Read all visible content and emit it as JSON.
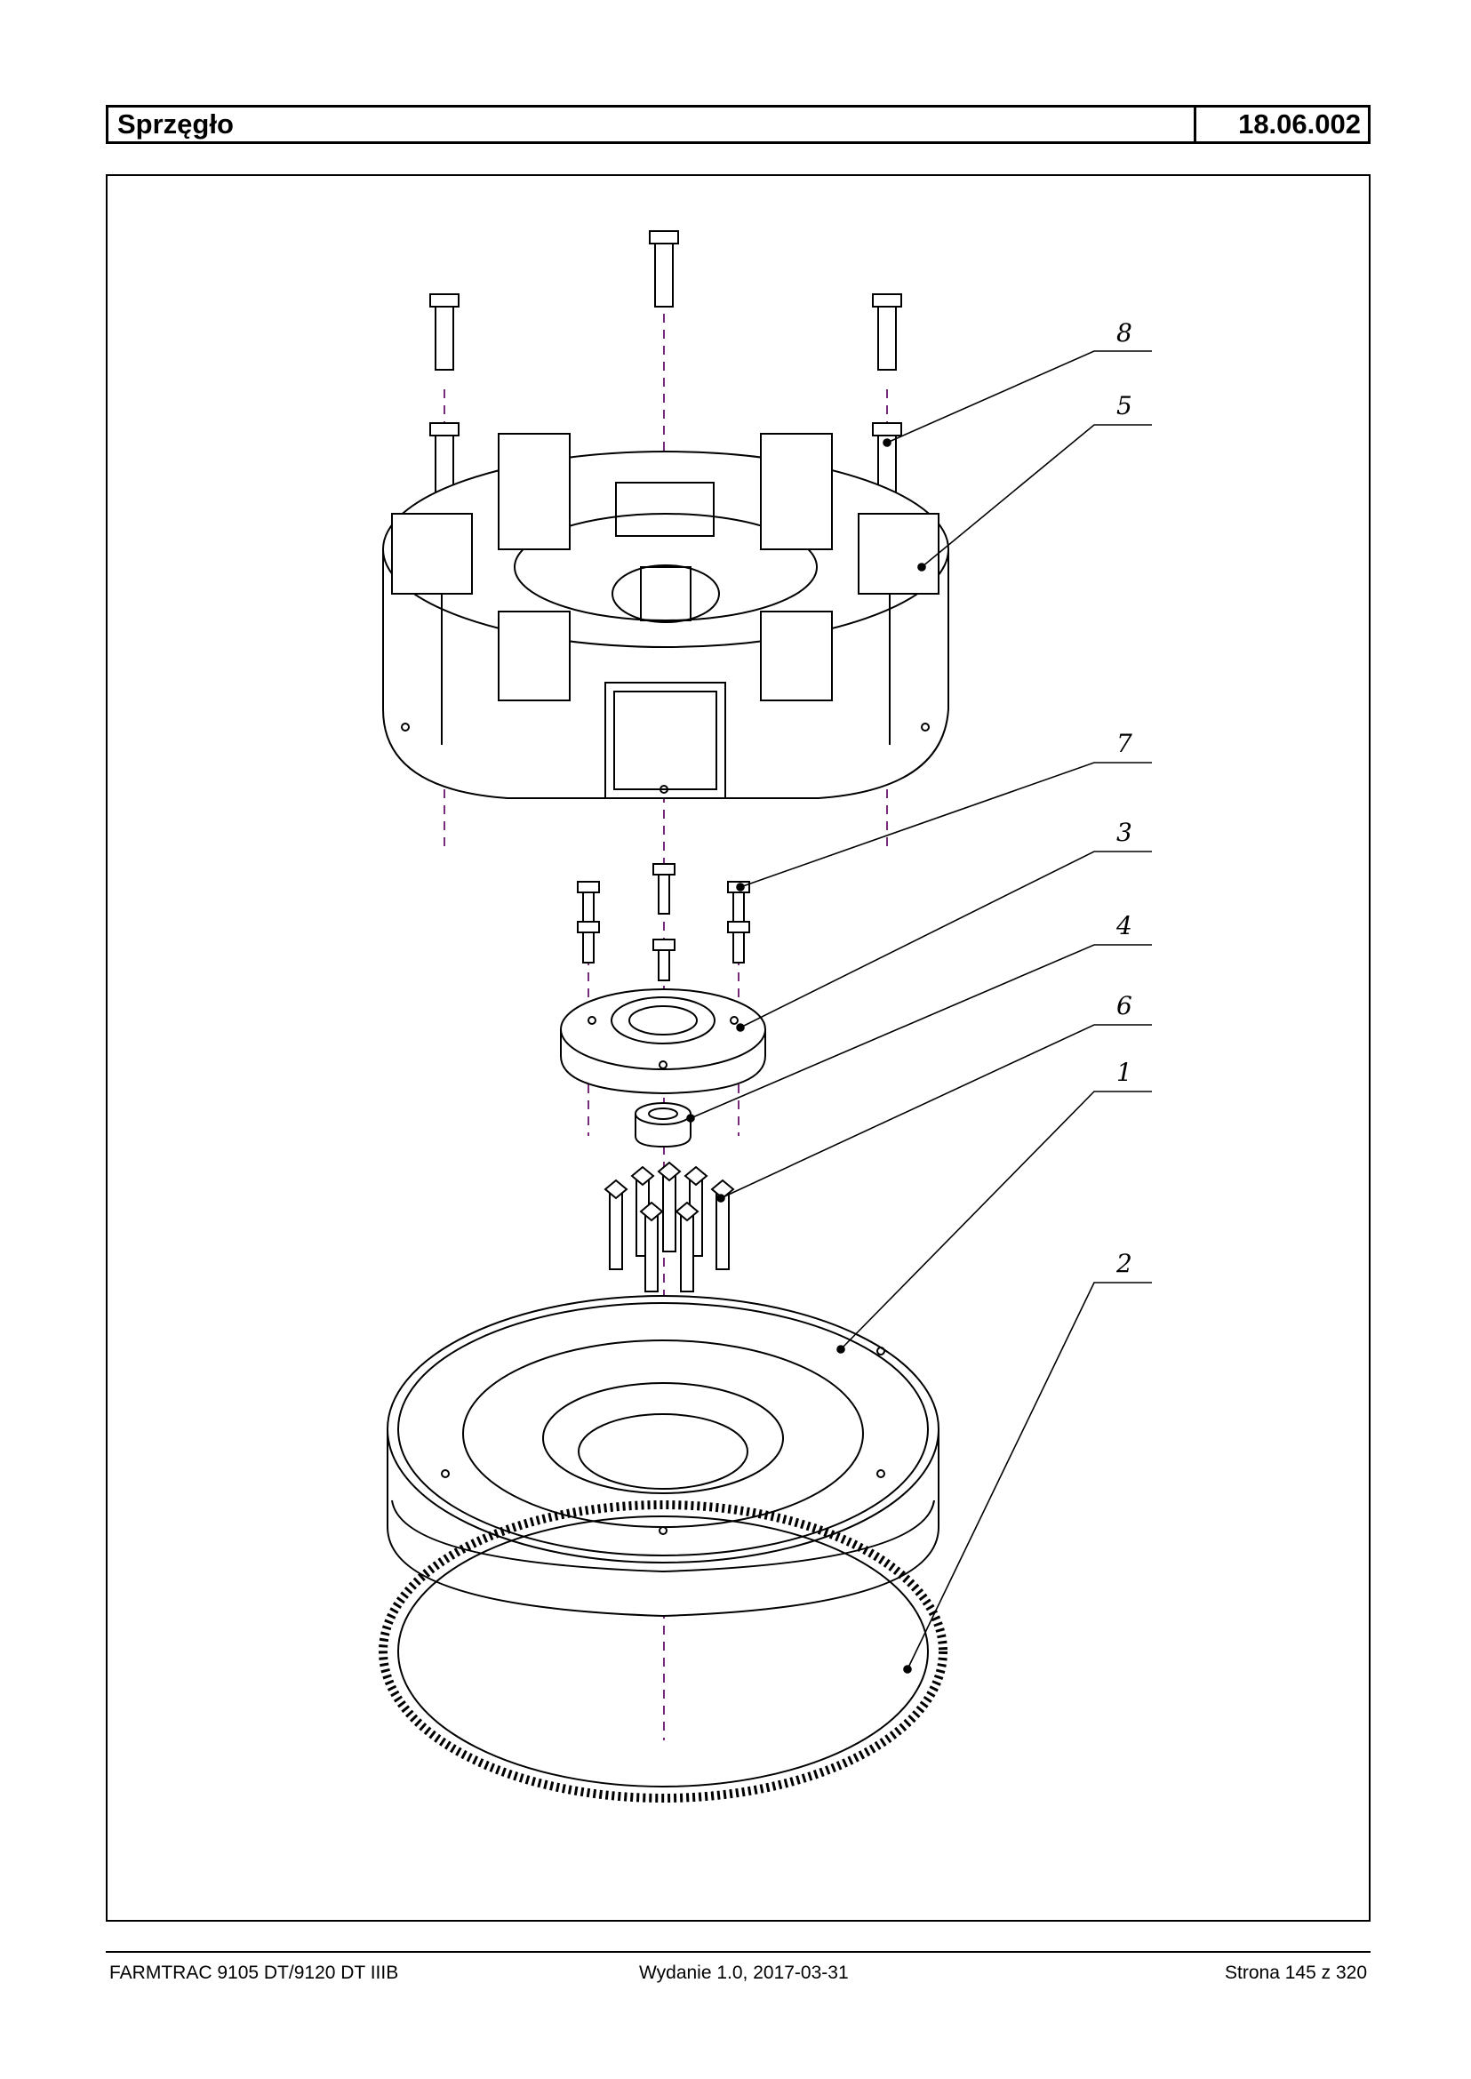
{
  "header": {
    "title": "Sprzęgło",
    "code": "18.06.002"
  },
  "callouts": [
    "8",
    "5",
    "7",
    "3",
    "4",
    "6",
    "1",
    "2"
  ],
  "footer": {
    "left": "FARMTRAC 9105 DT/9120 DT IIIB",
    "center": "Wydanie 1.0,  2017-03-31",
    "right": "Strona 145 z 320"
  }
}
